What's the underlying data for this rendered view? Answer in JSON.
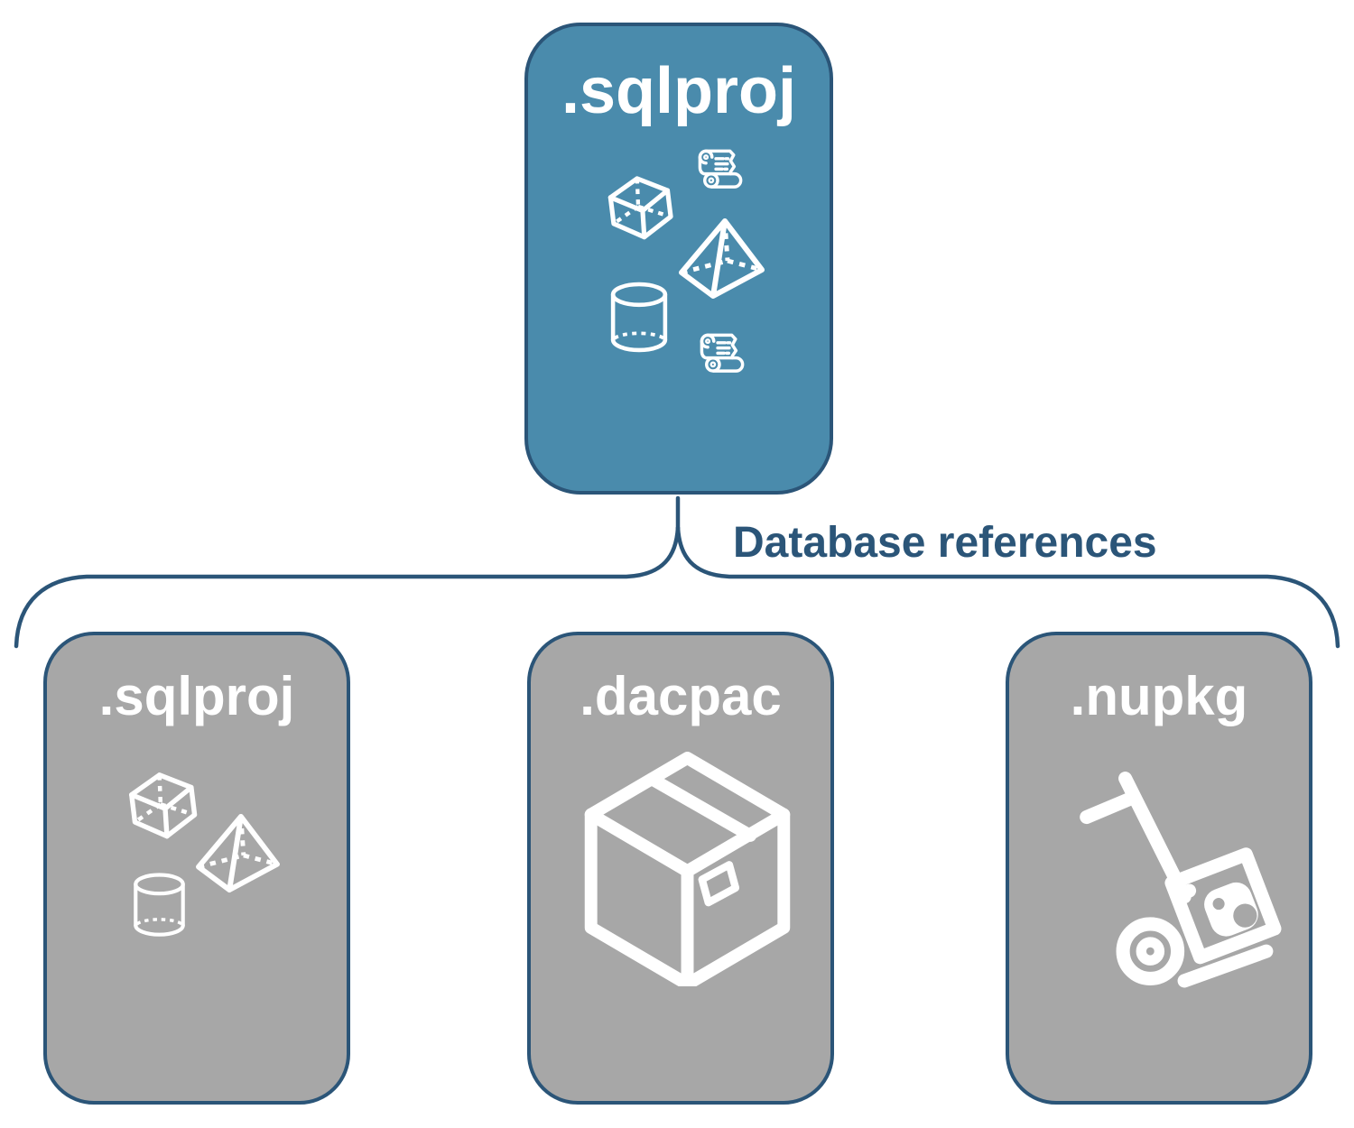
{
  "diagram": {
    "connector_label": "Database references",
    "root_card": {
      "label": ".sqlproj",
      "icons": [
        "scroll-icon",
        "cube-icon",
        "pyramid-icon",
        "cylinder-icon",
        "scroll-icon"
      ]
    },
    "child_cards": [
      {
        "label": ".sqlproj",
        "icons": [
          "cube-icon",
          "pyramid-icon",
          "cylinder-icon"
        ]
      },
      {
        "label": ".dacpac",
        "icons": [
          "package-box-icon"
        ]
      },
      {
        "label": ".nupkg",
        "icons": [
          "hand-truck-icon"
        ]
      }
    ],
    "colors": {
      "root_fill": "#4A8BAC",
      "child_fill": "#A7A7A7",
      "stroke_navy": "#2B5578",
      "icon_and_title": "#FFFFFF"
    }
  }
}
